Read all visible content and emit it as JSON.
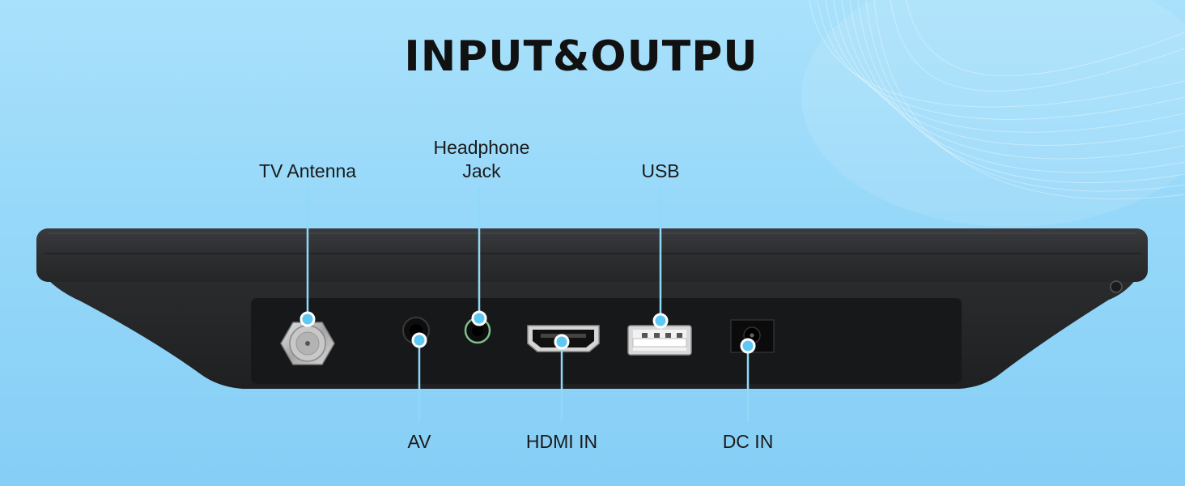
{
  "title": "INPUT&OUTPU",
  "colors": {
    "background_top": "#a9e1fb",
    "background_bottom": "#86cef6",
    "device_body": "#2b2c2e",
    "port_panel": "#17181a",
    "callout_line": "#8fd9f8",
    "callout_dot": "#5ec8f2"
  },
  "ports_top": [
    {
      "label": "TV Antenna",
      "icon": "coax-antenna-connector-icon"
    },
    {
      "label": "Headphone",
      "label2": "Jack",
      "icon": "headphone-jack-icon"
    },
    {
      "label": "USB",
      "icon": "usb-port-icon"
    }
  ],
  "ports_bottom": [
    {
      "label": "AV",
      "icon": "av-jack-icon"
    },
    {
      "label": "HDMI IN",
      "icon": "hdmi-port-icon"
    },
    {
      "label": "DC IN",
      "icon": "dc-power-jack-icon"
    }
  ]
}
